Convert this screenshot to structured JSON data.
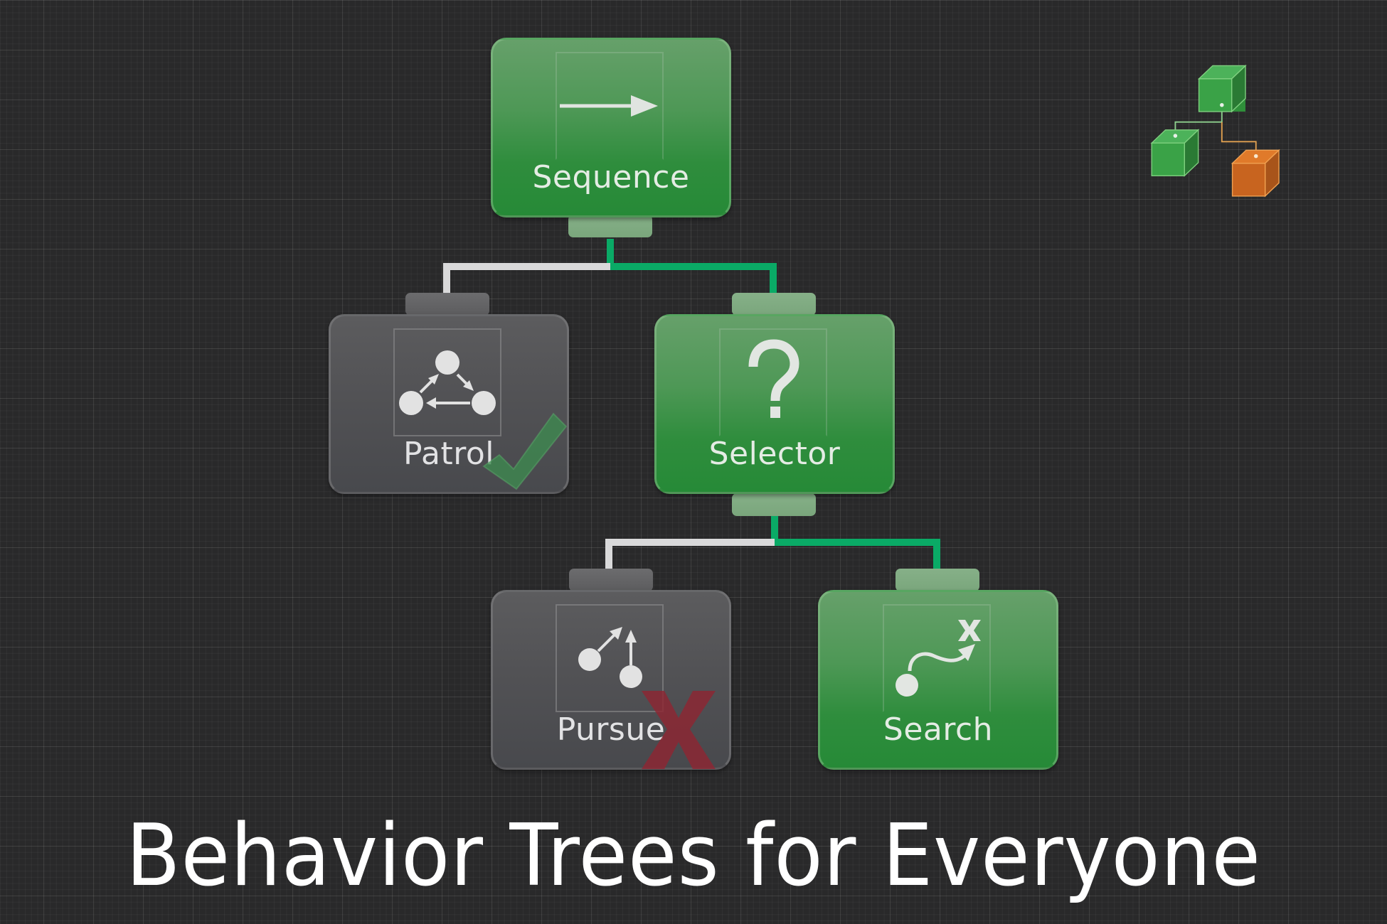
{
  "title": "Behavior Trees for Everyone",
  "colors": {
    "background": "#29292a",
    "node_green": "#2f8d3d",
    "node_gray": "#525255",
    "wire_active": "#0aaa66",
    "wire_inactive": "#d9d9da",
    "success": "#3f8a4f",
    "failure": "#8b2a35",
    "logo_green": "#3aa24a",
    "logo_orange": "#d06a20"
  },
  "tree": {
    "root": {
      "id": "sequence",
      "label": "Sequence",
      "icon": "arrow-right-icon",
      "state": "running",
      "children": [
        "patrol",
        "selector"
      ]
    },
    "nodes": {
      "sequence": {
        "label": "Sequence",
        "icon": "arrow-right-icon",
        "state": "running"
      },
      "patrol": {
        "label": "Patrol",
        "icon": "patrol-cycle-icon",
        "state": "success",
        "status_icon": "checkmark-icon"
      },
      "selector": {
        "label": "Selector",
        "icon": "question-mark-icon",
        "icon_glyph": "?",
        "state": "running"
      },
      "pursue": {
        "label": "Pursue",
        "icon": "pursue-arrows-icon",
        "state": "failure",
        "status_icon": "x-mark-icon"
      },
      "search": {
        "label": "Search",
        "icon": "search-path-icon",
        "state": "running"
      }
    },
    "edges": [
      {
        "from": "sequence",
        "to": "patrol",
        "active": false
      },
      {
        "from": "sequence",
        "to": "selector",
        "active": true
      },
      {
        "from": "selector",
        "to": "pursue",
        "active": false
      },
      {
        "from": "selector",
        "to": "search",
        "active": true
      }
    ]
  },
  "logo": {
    "icon": "cube-tree-logo-icon",
    "cubes": [
      "green",
      "green",
      "orange"
    ]
  }
}
